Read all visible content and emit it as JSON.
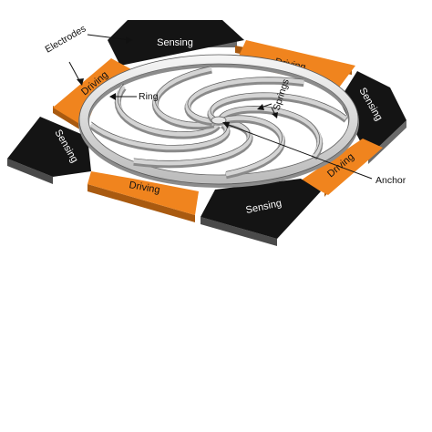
{
  "electrodes": {
    "sensing_label": "Sensing",
    "driving_label": "Driving",
    "sensing_color": "#141414",
    "driving_color": "#f0841e"
  },
  "structure": {
    "ring_color": "#d4d4d4",
    "spring_count": 8
  },
  "callouts": {
    "electrodes": "Electrodes",
    "ring": "Ring",
    "springs": "Springs",
    "anchor": "Anchor"
  }
}
